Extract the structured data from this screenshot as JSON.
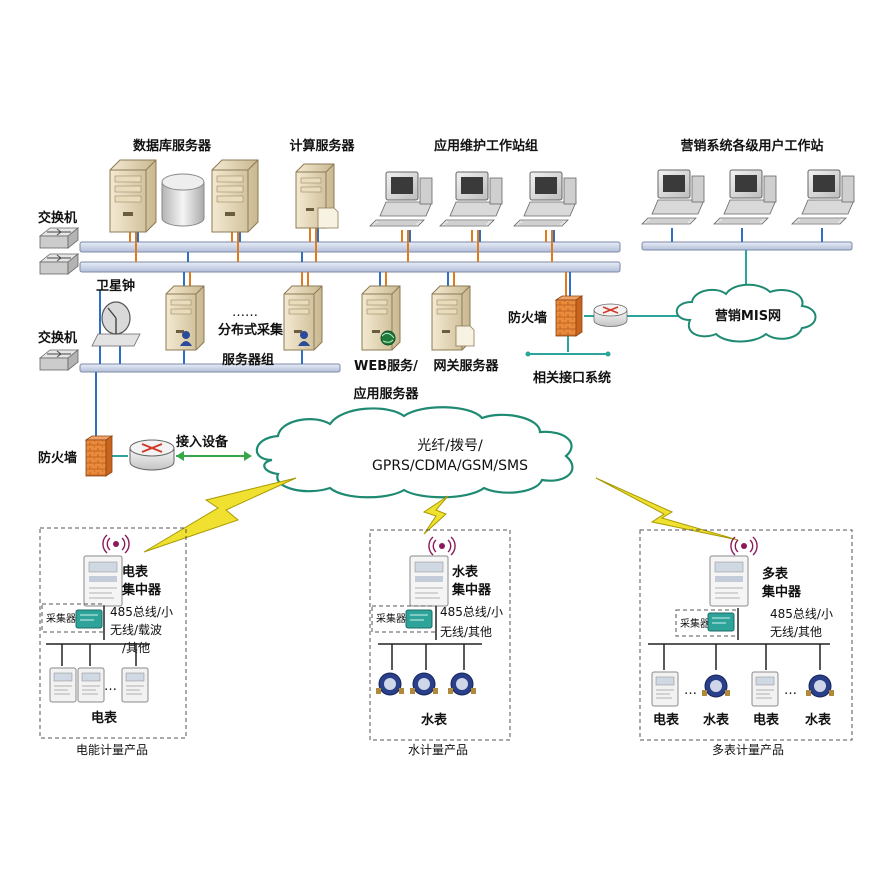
{
  "labels": {
    "db_servers": "数据库服务器",
    "calc_servers": "计算服务器",
    "maint_workstations": "应用维护工作站组",
    "marketing_workstations": "营销系统各级用户工作站",
    "switch_top": "交换机",
    "switch_mid": "交换机",
    "sat_clock": "卫星钟",
    "ellipsis_servers": "……",
    "dist_servers_line1": "分布式采集",
    "dist_servers_line2": "服务器组",
    "web_server_line1": "WEB服务/",
    "web_server_line2": "应用服务器",
    "gateway_server": "网关服务器",
    "firewall_right": "防火墙",
    "related_interfaces": "相关接口系统",
    "mis_net": "营销MIS网",
    "firewall_left": "防火墙",
    "access_device": "接入设备",
    "network_line1": "光纤/拨号/",
    "network_line2": "GPRS/CDMA/GSM/SMS"
  },
  "panels": [
    {
      "concentrator_line1": "电表",
      "concentrator_line2": "集中器",
      "collector": "采集器",
      "bus_line1": "485总线/小",
      "bus_line2": "无线/载波",
      "bus_line3": "/其他",
      "ellipsis": "…",
      "meters_label": "电表",
      "product": "电能计量产品"
    },
    {
      "concentrator_line1": "水表",
      "concentrator_line2": "集中器",
      "collector": "采集器",
      "bus_line1": "485总线/小",
      "bus_line2": "无线/其他",
      "meters_label": "水表",
      "product": "水计量产品"
    },
    {
      "concentrator_line1": "多表",
      "concentrator_line2": "集中器",
      "collector": "采集器",
      "bus_line1": "485总线/小",
      "bus_line2": "无线/其他",
      "ellipsis_a": "…",
      "ellipsis_b": "…",
      "meter_labels": [
        "电表",
        "水表",
        "电表",
        "水表"
      ],
      "product": "多表计量产品"
    }
  ],
  "colors": {
    "bus_fill": "#c9d3e6",
    "bus_stroke": "#7d8aa6",
    "orange_link": "#e07a1f",
    "blue_link": "#2f6fc4",
    "teal_link": "#2aa59a",
    "green_arrow": "#3aa64a",
    "cloud_stroke": "#1f8a72",
    "firewall": "#e2782a",
    "lightning": "#f0e030"
  }
}
